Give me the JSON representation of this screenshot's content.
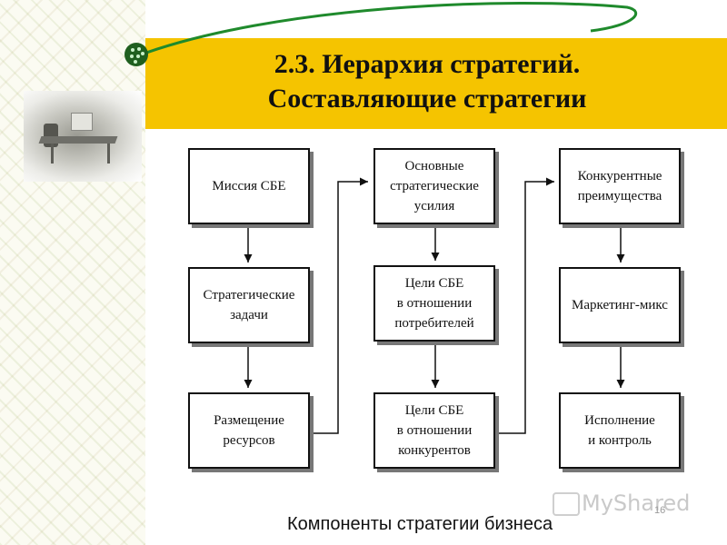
{
  "title": {
    "line1": "2.3. Иерархия стратегий.",
    "line2": "Составляющие стратегии"
  },
  "diagram": {
    "columns": [
      [
        "Миссия СБЕ",
        "Стратегические задачи",
        "Размещение ресурсов"
      ],
      [
        "Основные стратегические усилия",
        "Цели СБЕ в отношении потребителей",
        "Цели СБЕ в отношении конкурентов"
      ],
      [
        "Конкурентные преимущества",
        "Маркетинг-микс",
        "Исполнение и контроль"
      ]
    ],
    "box_lines": {
      "c1b1": [
        "Миссия СБЕ"
      ],
      "c1b2": [
        "Стратегические",
        "задачи"
      ],
      "c1b3": [
        "Размещение",
        "ресурсов"
      ],
      "c2b1": [
        "Основные",
        "стратегические",
        "усилия"
      ],
      "c2b2": [
        "Цели СБЕ",
        "в отношении",
        "потребителей"
      ],
      "c2b3": [
        "Цели СБЕ",
        "в отношении",
        "конкурентов"
      ],
      "c3b1": [
        "Конкурентные",
        "преимущества"
      ],
      "c3b2": [
        "Маркетинг-микс"
      ],
      "c3b3": [
        "Исполнение",
        "и контроль"
      ]
    }
  },
  "caption": "Компоненты стратегии бизнеса",
  "watermark": "MyShared",
  "page_number": "16",
  "colors": {
    "band": "#f5c400",
    "orbit": "#1f8a2c",
    "border": "#111111"
  }
}
